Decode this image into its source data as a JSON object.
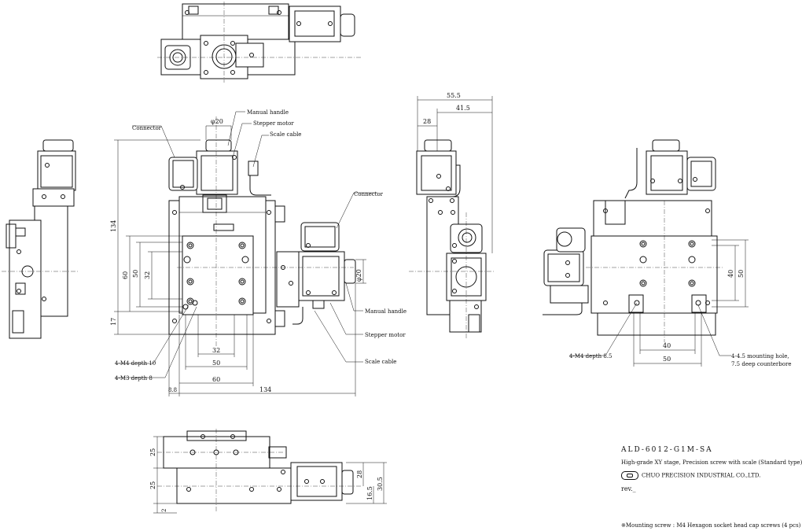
{
  "title_block": {
    "model": "ALD-6012-G1M-SA",
    "description": "High-grade XY stage, Precision screw with scale (Standard type)",
    "company": "CHUO PRECISION INDUSTRIAL CO.,LTD.",
    "revision": "rev._",
    "note": "※Mounting screw : M4 Hexagon socket head cap screws (4 pcs)"
  },
  "labels": {
    "manual_handle": "Manual handle",
    "stepper_motor": "Stepper motor",
    "scale_cable": "Scale cable",
    "connector": "Connector",
    "m4_depth10": "4-M4 depth 10",
    "m3_depth8": "4-M3 depth 8",
    "m4_depth85": "4-M4 depth 8.5",
    "mount_hole_1": "4-4.5 mounting hole,",
    "mount_hole_2": "7.5 deep counterbore",
    "phi20": "φ20"
  },
  "dimensions": {
    "front": {
      "d134v": "134",
      "d60v": "60",
      "d50v": "50",
      "d32v": "32",
      "d17v": "17",
      "d32h": "32",
      "d50h": "50",
      "d60h": "60",
      "d134h": "134",
      "d88h": "8.8"
    },
    "right": {
      "d555": "55.5",
      "d415": "41.5",
      "d28": "28"
    },
    "rear": {
      "d40v": "40",
      "d50v": "50",
      "d40h": "40",
      "d50h": "50"
    },
    "bottom": {
      "d25a": "25",
      "d25b": "25",
      "d2": "2",
      "d28": "28",
      "d165": "16.5",
      "d305": "30.5"
    }
  }
}
